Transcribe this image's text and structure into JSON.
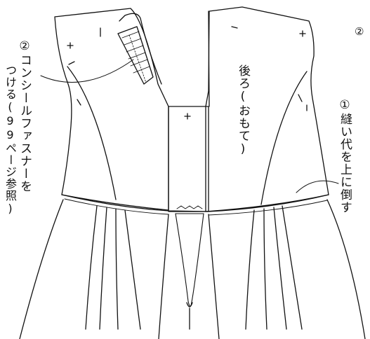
{
  "annotations": {
    "step_num": "②",
    "note_zipper_line1": "②コンシールファスナーを",
    "note_zipper_line2": "つける(99ページ参照)",
    "note_seam_line1": "①縫い代を上に倒す",
    "label_back": "後ろ(おもて)"
  }
}
